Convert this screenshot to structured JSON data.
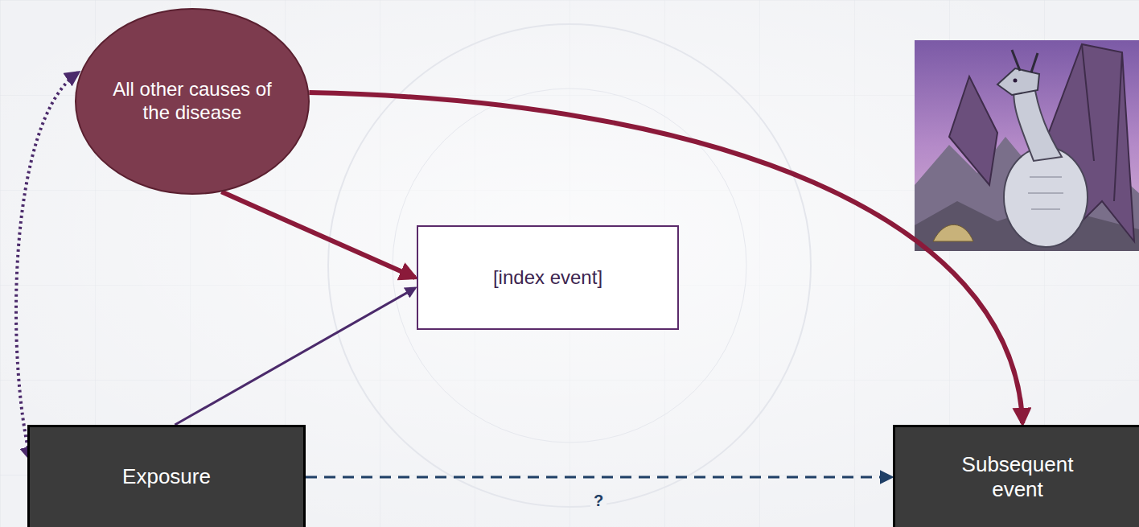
{
  "diagram": {
    "nodes": [
      {
        "text": [
          "All other causes of the disease"
        ]
      },
      {
        "text": [
          "[index event]"
        ]
      },
      {
        "text": [
          "Exposure"
        ]
      },
      {
        "text": [
          "Subsequent event"
        ]
      }
    ],
    "edges": [
      {
        "from": 0,
        "to": 1,
        "arrow": "to"
      },
      {
        "from": 2,
        "to": 1,
        "arrow": "to"
      },
      {
        "from": 0,
        "to": 3,
        "arrow": "to"
      },
      {
        "from": 0,
        "to": 2,
        "arrow": "both"
      },
      {
        "from": 2,
        "to": 3,
        "label": "?",
        "arrow": "to"
      }
    ]
  }
}
